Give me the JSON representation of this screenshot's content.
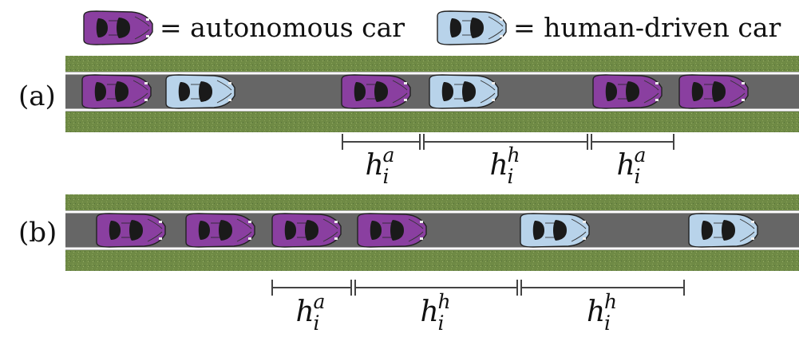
{
  "legend": {
    "autonomous": {
      "label": "= autonomous car",
      "icon": "autonomous-car-icon",
      "color": "#8a3fa0"
    },
    "human": {
      "label": "= human-driven car",
      "icon": "human-driven-car-icon",
      "color": "#b8d3ea"
    }
  },
  "colors": {
    "grass": "#6f8a45",
    "road": "#666666",
    "lane_line": "#ffffff",
    "autonomous_body": "#8a3fa0",
    "human_body": "#b8d3ea",
    "window": "#1a1a1a"
  },
  "panels": [
    {
      "label": "(a)",
      "cars": [
        "autonomous",
        "human",
        "autonomous",
        "human",
        "autonomous",
        "autonomous"
      ],
      "headways": [
        {
          "base": "h",
          "sub": "i",
          "sup": "a"
        },
        {
          "base": "h",
          "sub": "i",
          "sup": "h"
        },
        {
          "base": "h",
          "sub": "i",
          "sup": "a"
        }
      ]
    },
    {
      "label": "(b)",
      "cars": [
        "autonomous",
        "autonomous",
        "autonomous",
        "autonomous",
        "human",
        "human"
      ],
      "headways": [
        {
          "base": "h",
          "sub": "i",
          "sup": "a"
        },
        {
          "base": "h",
          "sub": "i",
          "sup": "h"
        },
        {
          "base": "h",
          "sub": "i",
          "sup": "h"
        }
      ]
    }
  ]
}
